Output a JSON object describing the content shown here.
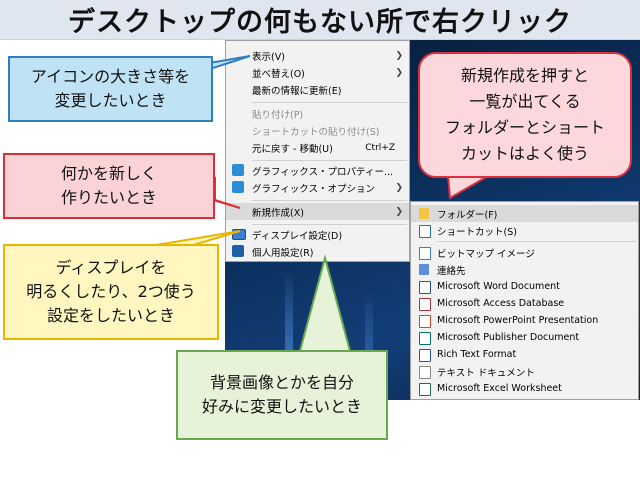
{
  "title": "デスクトップの何もない所で右クリック",
  "context_menu": {
    "view": "表示(V)",
    "sort": "並べ替え(O)",
    "refresh": "最新の情報に更新(E)",
    "paste": "貼り付け(P)",
    "paste_shortcut": "ショートカットの貼り付け(S)",
    "undo": "元に戻す - 移動(U)",
    "undo_shortcut": "Ctrl+Z",
    "graphics_props": "グラフィックス・プロパティー...",
    "graphics_options": "グラフィックス・オプション",
    "new": "新規作成(X)",
    "display_settings": "ディスプレイ設定(D)",
    "personalize": "個人用設定(R)"
  },
  "submenu": {
    "items": [
      "フォルダー(F)",
      "ショートカット(S)",
      "ビットマップ イメージ",
      "連絡先",
      "Microsoft Word Document",
      "Microsoft Access Database",
      "Microsoft PowerPoint Presentation",
      "Microsoft Publisher Document",
      "Rich Text Format",
      "テキスト ドキュメント",
      "Microsoft Excel Worksheet"
    ]
  },
  "callouts": {
    "blue": [
      "アイコンの大きさ等を",
      "変更したいとき"
    ],
    "red": [
      "何かを新しく",
      "作りたいとき"
    ],
    "yellow": [
      "ディスプレイを",
      "明るくしたり、2つ使う",
      "設定をしたいとき"
    ],
    "green": [
      "背景画像とかを自分",
      "好みに変更したいとき"
    ],
    "pink": [
      "新規作成を押すと",
      "一覧が出てくる",
      "フォルダーとショート",
      "カットはよく使う"
    ]
  },
  "colors": {
    "blue_fill": "#bfe3f5",
    "blue_border": "#2f7fc1",
    "red_fill": "#fbd2d6",
    "red_border": "#d9303e",
    "yellow_fill": "#fff6c0",
    "yellow_border": "#e8b600",
    "green_fill": "#e6f3d8",
    "green_border": "#6aa84f"
  }
}
